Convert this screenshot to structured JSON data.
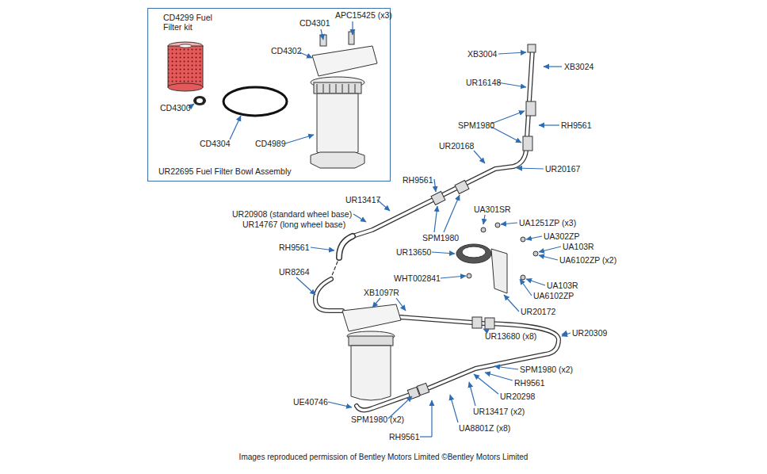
{
  "diagram": {
    "caption": "Images reproduced permission of Bentley Motors Limited ©Bentley Motors Limited",
    "nodes": [
      {
        "text": [
          "UR22695 Fuel Filter Bowl Assembly"
        ]
      }
    ],
    "edges": [],
    "labels": [
      "CD4299 Fuel Filter kit",
      "CD4301",
      "APC15425 (x3)",
      "CD4302",
      "CD4300",
      "CD4304",
      "CD4989",
      "XB3004",
      "XB3024",
      "UR16148",
      "SPM1980",
      "RH9561",
      "UR20168",
      "UR20167",
      "RH9561",
      "UR13417",
      "UR20908 (standard wheel base)",
      "UR14767 (long wheel base)",
      "UA301SR",
      "UA1251ZP (x3)",
      "SPM1980",
      "UA302ZP",
      "UR13650",
      "RH9561",
      "UA103R",
      "UA6102ZP (x2)",
      "UR8264",
      "WHT002841",
      "UA103R",
      "XB1097R",
      "UA6102ZP",
      "UR20172",
      "UR13680 (x8)",
      "UR20309",
      "SPM1980 (x2)",
      "RH9561",
      "UR20298",
      "UE40746",
      "UR13417 (x2)",
      "SPM1980 (x2)",
      "UA8801Z (x8)",
      "RH9561"
    ]
  }
}
